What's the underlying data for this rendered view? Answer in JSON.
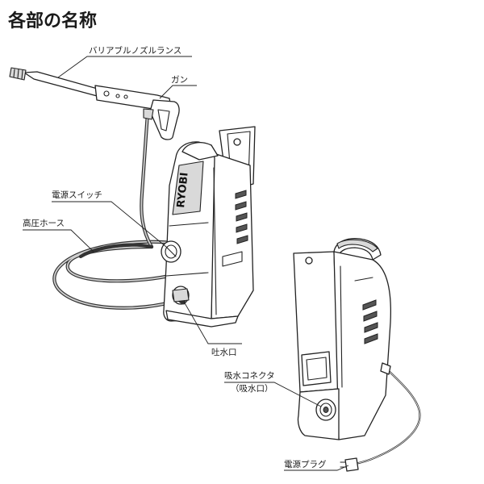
{
  "title": "各部の名称",
  "labels": {
    "lance": "バリアブルノズルランス",
    "gun": "ガン",
    "power_switch": "電源スイッチ",
    "hose": "高圧ホース",
    "outlet": "吐水口",
    "inlet_connector": "吸水コネクタ",
    "inlet_sub": "（吸水口）",
    "plug": "電源プラグ"
  },
  "brand": "RYOBI"
}
